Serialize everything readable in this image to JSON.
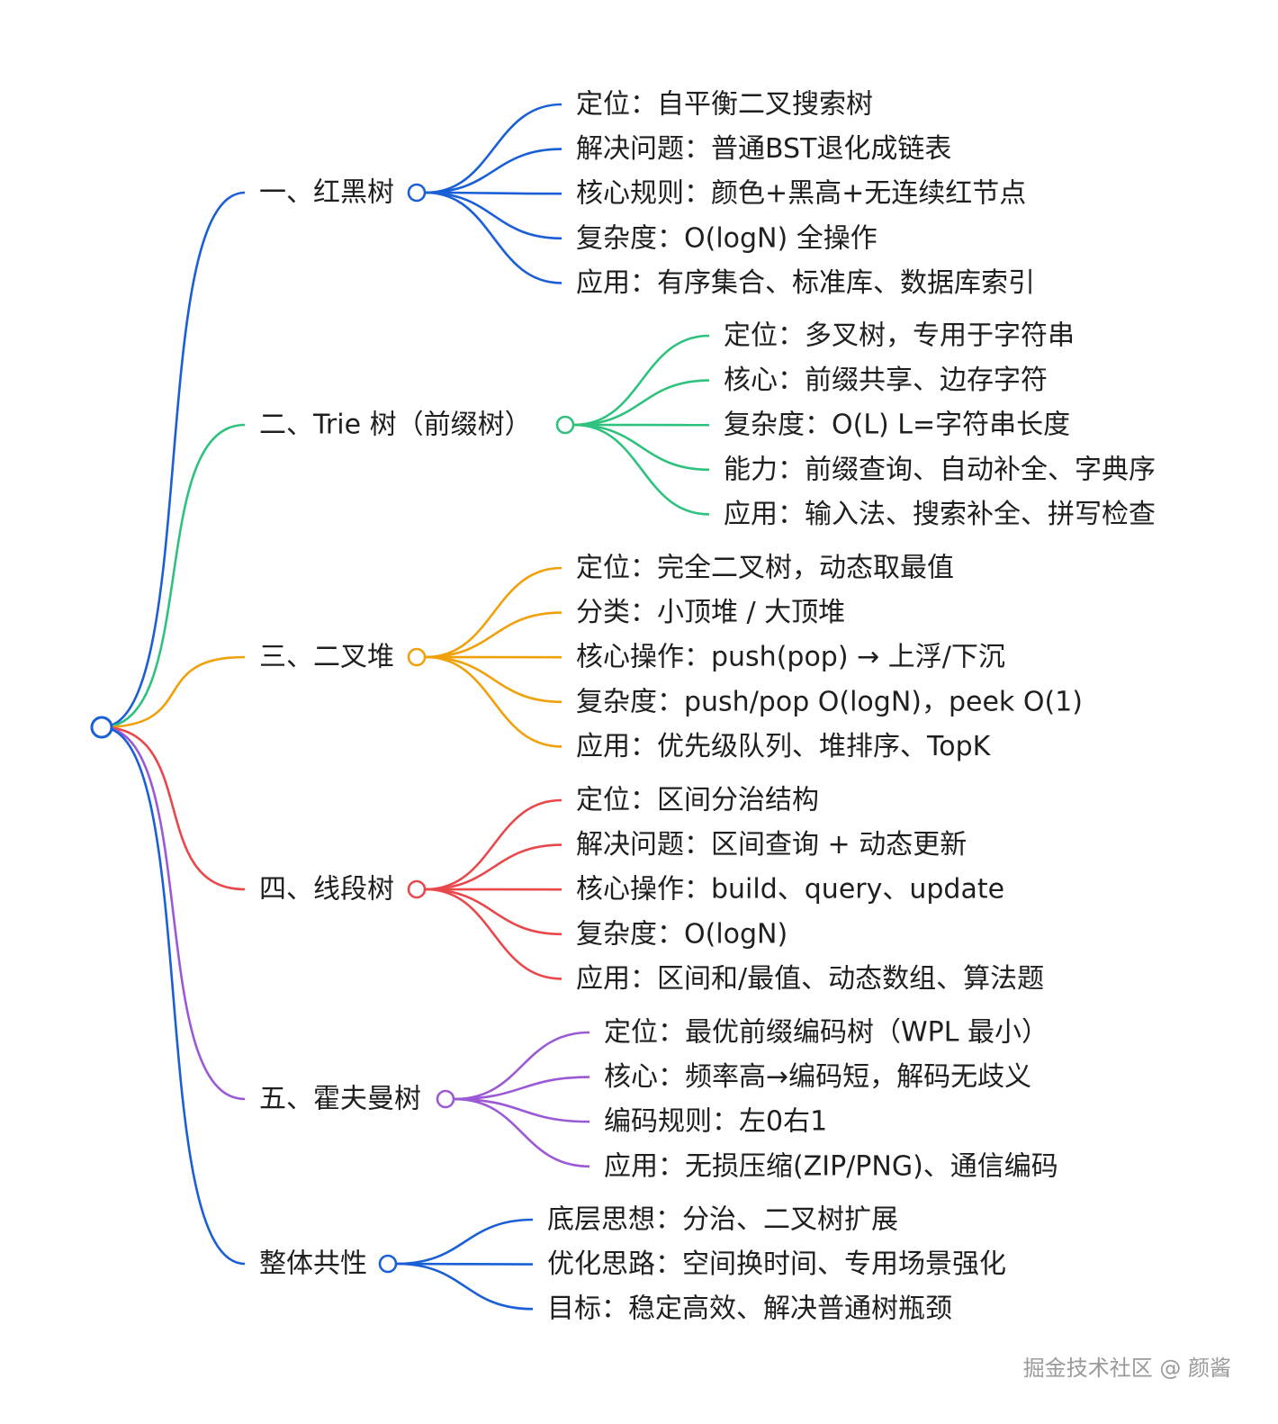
{
  "root": {
    "color": "#1a5fd6"
  },
  "branches": [
    {
      "label": "一、红黑树",
      "color": "#1a5fd6",
      "children": [
        "定位：自平衡二叉搜索树",
        "解决问题：普通BST退化成链表",
        "核心规则：颜色+黑高+无连续红节点",
        "复杂度：O(logN) 全操作",
        "应用：有序集合、标准库、数据库索引"
      ]
    },
    {
      "label": "二、Trie 树（前缀树）",
      "color": "#2ec27e",
      "children": [
        "定位：多叉树，专用于字符串",
        "核心：前缀共享、边存字符",
        "复杂度：O(L) L=字符串长度",
        "能力：前缀查询、自动补全、字典序",
        "应用：输入法、搜索补全、拼写检查"
      ]
    },
    {
      "label": "三、二叉堆",
      "color": "#f0a10a",
      "children": [
        "定位：完全二叉树，动态取最值",
        "分类：小顶堆 / 大顶堆",
        "核心操作：push(pop) → 上浮/下沉",
        "复杂度：push/pop O(logN)，peek O(1)",
        "应用：优先级队列、堆排序、TopK"
      ]
    },
    {
      "label": "四、线段树",
      "color": "#e8484b",
      "children": [
        "定位：区间分治结构",
        "解决问题：区间查询 + 动态更新",
        "核心操作：build、query、update",
        "复杂度：O(logN)",
        "应用：区间和/最值、动态数组、算法题"
      ]
    },
    {
      "label": "五、霍夫曼树",
      "color": "#9b59d6",
      "children": [
        "定位：最优前缀编码树（WPL 最小）",
        "核心：频率高→编码短，解码无歧义",
        "编码规则：左0右1",
        "应用：无损压缩(ZIP/PNG)、通信编码"
      ]
    },
    {
      "label": "整体共性",
      "color": "#1a5fd6",
      "children": [
        "底层思想：分治、二叉树扩展",
        "优化思路：空间换时间、专用场景强化",
        "目标：稳定高效、解决普通树瓶颈"
      ]
    }
  ],
  "watermark": "掘金技术社区 @ 颜酱"
}
